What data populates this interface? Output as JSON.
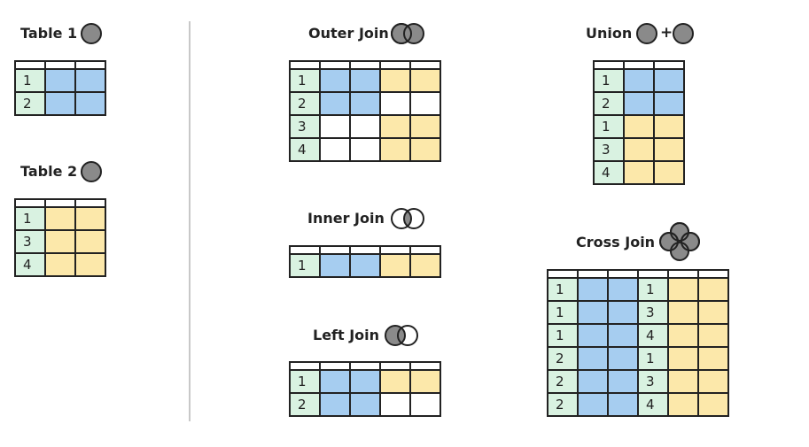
{
  "colors": {
    "key": "#d9f2e1",
    "table1": "#a6cdf0",
    "table2": "#fce8aa",
    "empty": "#ffffff",
    "circle_fill": "#8a8a8a",
    "stroke": "#222222"
  },
  "tables": {
    "table1": {
      "title": "Table 1",
      "rows": [
        {
          "key": "1",
          "cells": [
            "b",
            "b"
          ]
        },
        {
          "key": "2",
          "cells": [
            "b",
            "b"
          ]
        }
      ]
    },
    "table2": {
      "title": "Table 2",
      "rows": [
        {
          "key": "1",
          "cells": [
            "y",
            "y"
          ]
        },
        {
          "key": "3",
          "cells": [
            "y",
            "y"
          ]
        },
        {
          "key": "4",
          "cells": [
            "y",
            "y"
          ]
        }
      ]
    },
    "outer": {
      "title": "Outer Join",
      "rows": [
        {
          "key": "1",
          "cells": [
            "b",
            "b",
            "y",
            "y"
          ]
        },
        {
          "key": "2",
          "cells": [
            "b",
            "b",
            "w",
            "w"
          ]
        },
        {
          "key": "3",
          "cells": [
            "w",
            "w",
            "y",
            "y"
          ]
        },
        {
          "key": "4",
          "cells": [
            "w",
            "w",
            "y",
            "y"
          ]
        }
      ]
    },
    "inner": {
      "title": "Inner Join",
      "rows": [
        {
          "key": "1",
          "cells": [
            "b",
            "b",
            "y",
            "y"
          ]
        }
      ]
    },
    "left": {
      "title": "Left Join",
      "rows": [
        {
          "key": "1",
          "cells": [
            "b",
            "b",
            "y",
            "y"
          ]
        },
        {
          "key": "2",
          "cells": [
            "b",
            "b",
            "w",
            "w"
          ]
        }
      ]
    },
    "union": {
      "title": "Union",
      "plus": "+",
      "rows": [
        {
          "key": "1",
          "cells": [
            "b",
            "b"
          ]
        },
        {
          "key": "2",
          "cells": [
            "b",
            "b"
          ]
        },
        {
          "key": "1",
          "cells": [
            "y",
            "y"
          ]
        },
        {
          "key": "3",
          "cells": [
            "y",
            "y"
          ]
        },
        {
          "key": "4",
          "cells": [
            "y",
            "y"
          ]
        }
      ]
    },
    "cross": {
      "title": "Cross Join",
      "rows": [
        {
          "key": "1",
          "cells": [
            "b",
            "b"
          ],
          "key2": "1",
          "cells2": [
            "y",
            "y"
          ]
        },
        {
          "key": "1",
          "cells": [
            "b",
            "b"
          ],
          "key2": "3",
          "cells2": [
            "y",
            "y"
          ]
        },
        {
          "key": "1",
          "cells": [
            "b",
            "b"
          ],
          "key2": "4",
          "cells2": [
            "y",
            "y"
          ]
        },
        {
          "key": "2",
          "cells": [
            "b",
            "b"
          ],
          "key2": "1",
          "cells2": [
            "y",
            "y"
          ]
        },
        {
          "key": "2",
          "cells": [
            "b",
            "b"
          ],
          "key2": "3",
          "cells2": [
            "y",
            "y"
          ]
        },
        {
          "key": "2",
          "cells": [
            "b",
            "b"
          ],
          "key2": "4",
          "cells2": [
            "y",
            "y"
          ]
        }
      ]
    }
  }
}
